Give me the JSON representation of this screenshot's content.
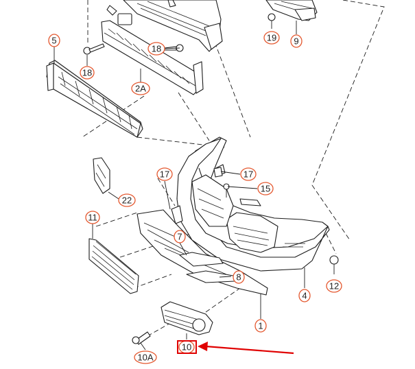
{
  "diagram": {
    "accent_color": "#e4572e",
    "highlight_color": "#e00000",
    "highlighted_part": "10",
    "callouts": {
      "c5": "5",
      "c18a": "18",
      "c18b": "18",
      "c2a": "2A",
      "c19": "19",
      "c9": "9",
      "c17a": "17",
      "c17b": "17",
      "c15": "15",
      "c22": "22",
      "c11": "11",
      "c7": "7",
      "c8": "8",
      "c12": "12",
      "c4": "4",
      "c1": "1",
      "c10": "10",
      "c10a": "10A"
    }
  }
}
